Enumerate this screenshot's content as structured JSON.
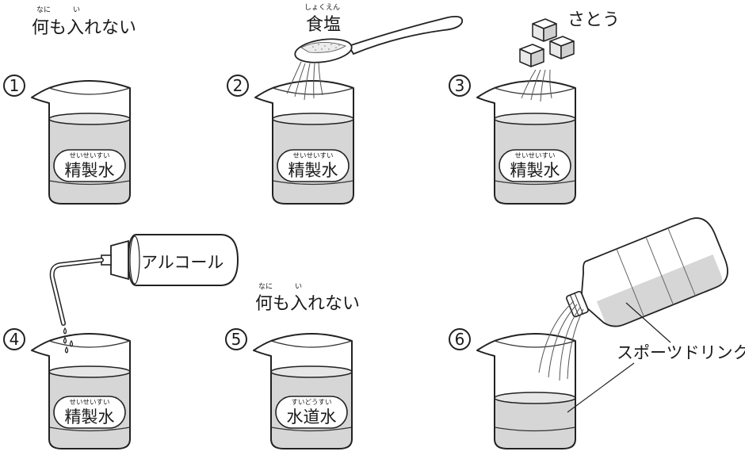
{
  "panels": [
    {
      "number": "1",
      "label": "精製水",
      "label_ruby": "せいせいすい"
    },
    {
      "number": "2",
      "label": "精製水",
      "label_ruby": "せいせいすい"
    },
    {
      "number": "3",
      "label": "精製水",
      "label_ruby": "せいせいすい"
    },
    {
      "number": "4",
      "label": "精製水",
      "label_ruby": "せいせいすい"
    },
    {
      "number": "5",
      "label": "水道水",
      "label_ruby": "すいどうすい"
    },
    {
      "number": "6"
    }
  ],
  "additions": {
    "nothing_top": {
      "text": "何も入れない",
      "ruby_1": "なに",
      "ruby_2": "い"
    },
    "salt": {
      "text": "食塩",
      "ruby": "しょくえん"
    },
    "sugar": {
      "text": "さとう"
    },
    "alcohol": {
      "text": "アルコール"
    },
    "nothing_bottom": {
      "text": "何も入れない",
      "ruby_1": "なに",
      "ruby_2": "い"
    },
    "sports_drink": {
      "text": "スポーツドリンク"
    }
  },
  "colors": {
    "liquid": "#d6d6d6",
    "ink": "#222222",
    "background": "#ffffff"
  }
}
